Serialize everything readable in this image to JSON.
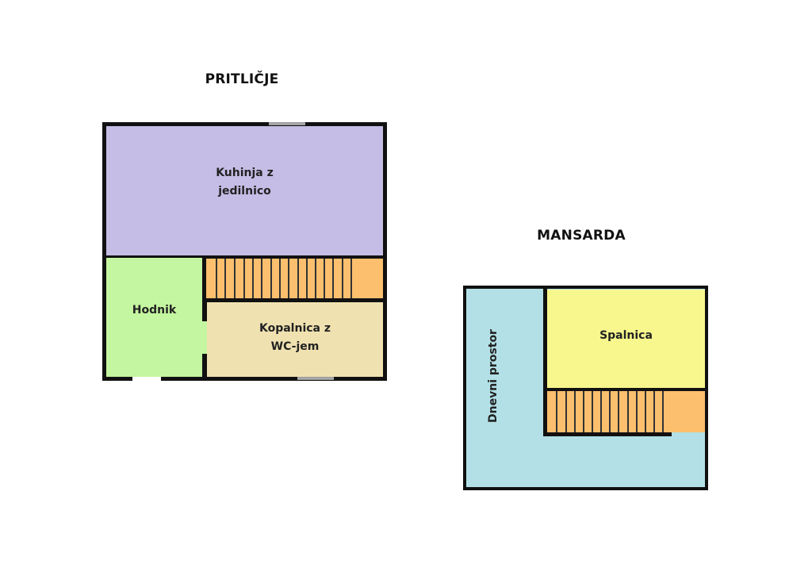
{
  "floors": {
    "ground": {
      "title": "PRITLIČJE",
      "rooms": {
        "kitchen": {
          "line1": "Kuhinja z",
          "line2": "jedilnico",
          "color": "#c6bde6"
        },
        "hall": {
          "label": "Hodnik",
          "color": "#c4f5a0"
        },
        "bathroom": {
          "line1": "Kopalnica z",
          "line2": "WC-jem",
          "color": "#f0e2b0"
        }
      }
    },
    "attic": {
      "title": "MANSARDA",
      "rooms": {
        "living": {
          "label": "Dnevni prostor",
          "color": "#b2e0e6"
        },
        "bedroom": {
          "label": "Spalnica",
          "color": "#f7f78e"
        }
      }
    }
  }
}
